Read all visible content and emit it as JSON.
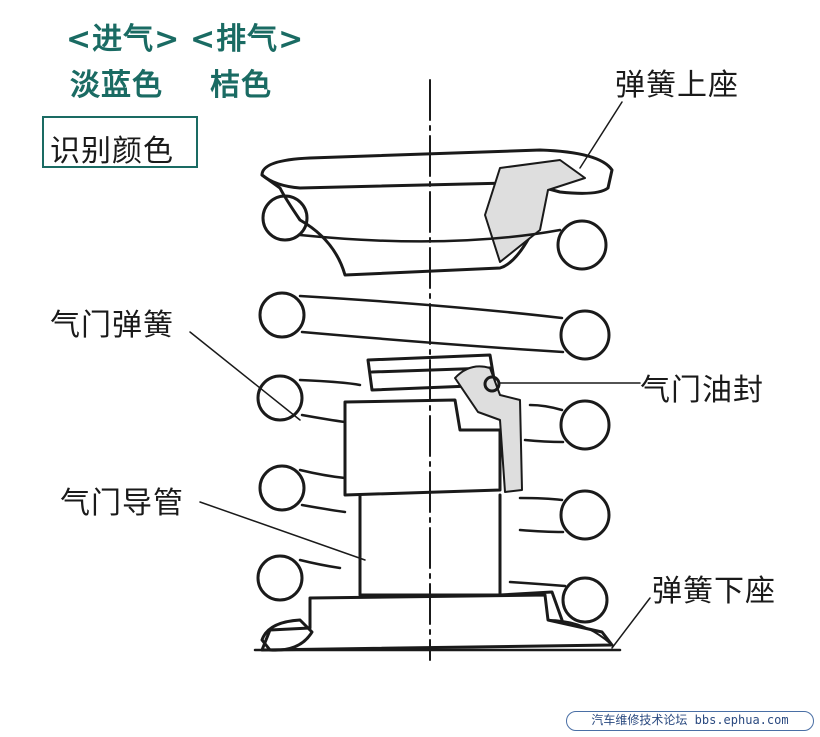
{
  "legend": {
    "intake_label": "<进气>",
    "exhaust_label": "<排气>",
    "intake_color": "淡蓝色",
    "exhaust_color": "桔色",
    "identify_color": "识别颜色"
  },
  "labels": {
    "spring_upper_seat": "弹簧上座",
    "valve_spring": "气门弹簧",
    "valve_oil_seal": "气门油封",
    "valve_guide": "气门导管",
    "spring_lower_seat": "弹簧下座"
  },
  "watermark": "汽车维修技术论坛 bbs.ephua.com",
  "colors": {
    "accent": "#1a6b63",
    "line": "#1a1a1a",
    "watermark": "#2b4a80"
  }
}
